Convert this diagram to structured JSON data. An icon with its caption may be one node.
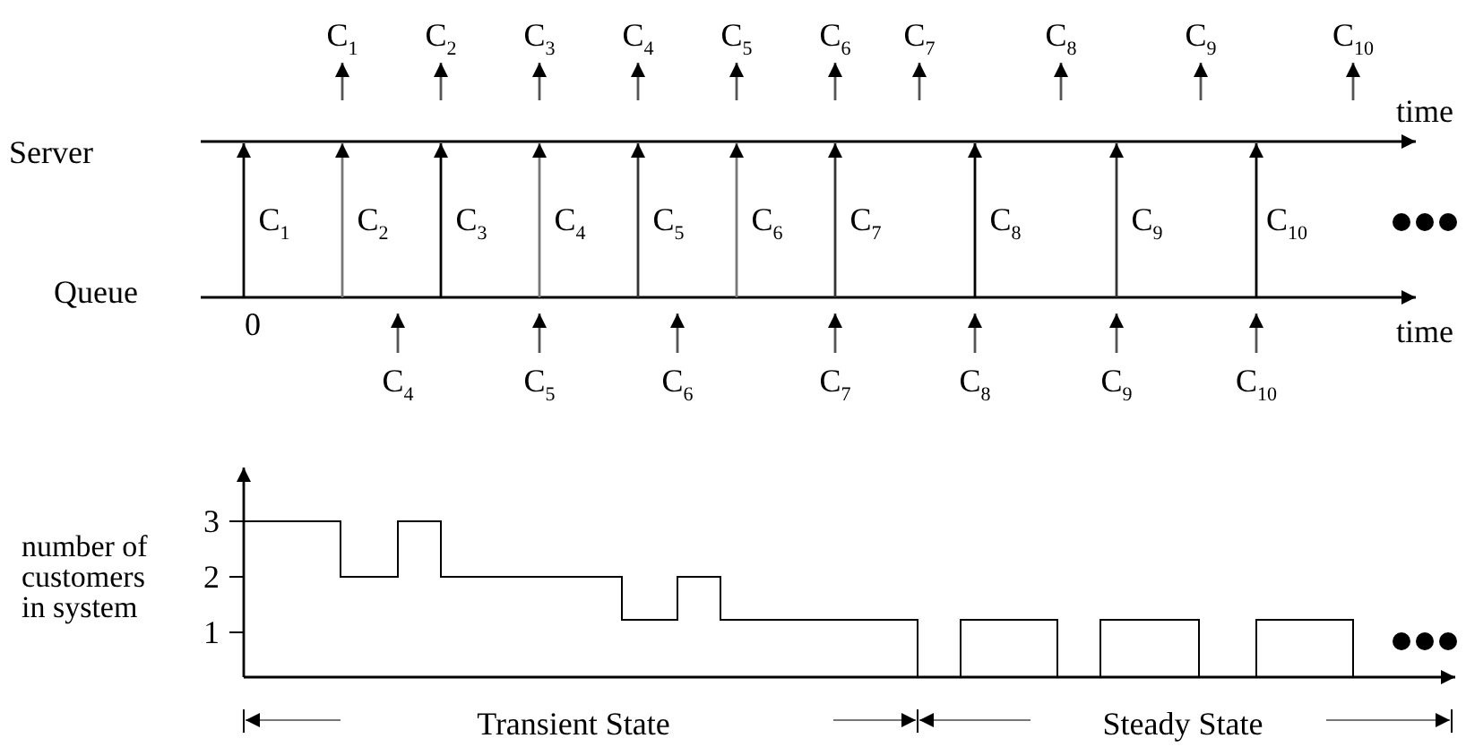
{
  "diagram": {
    "labels": [
      "C$_{1}$",
      "C$_{2}$",
      "C$_{3}$",
      "C$_{4}$",
      "C$_{5}$",
      "C$_{6}$",
      "C$_{7}$",
      "C$_{8}$",
      "C$_{9}$",
      "C$_{10}$",
      "time",
      "Server",
      "C$_{1}$",
      "C$_{2}$",
      "C$_{3}$",
      "C$_{4}$",
      "C$_{5}$",
      "C$_{6}$",
      "C$_{7}$",
      "C$_{8}$",
      "C$_{9}$",
      "C$_{10}$",
      "Queue",
      "0",
      "time",
      "C$_{4}$",
      "C$_{5}$",
      "C$_{6}$",
      "C$_{7}$",
      "C$_{8}$",
      "C$_{9}$",
      "C$_{10}$",
      "number of customers in system",
      "3",
      "2",
      "1",
      "Transient State",
      "Steady State"
    ]
  }
}
